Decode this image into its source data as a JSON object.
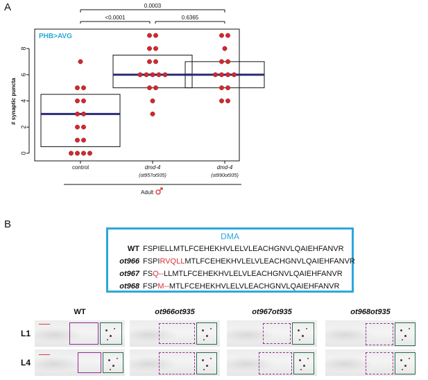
{
  "panel_a": {
    "letter": "A",
    "inset_label": "PHB>AVG",
    "adult_label": "Adult"
  },
  "panel_b": {
    "letter": "B",
    "sequence_title": "DMA",
    "sequences": [
      {
        "label": "WT",
        "prefix": "FSPI",
        "mutation": "",
        "rest": "ELLMTLFCEHEKHVLELVLEACHGNVLQAIEHFANVR"
      },
      {
        "label": "ot966",
        "prefix": "FSPI",
        "mutation": "RVQLL",
        "rest": "MTLFCEHEKHVLELVLEACHGNVLQAIEHFANVR"
      },
      {
        "label": "ot967",
        "prefix": "FS",
        "mutation": "Q--",
        "rest": "LLMTLFCEHEKHVLELVLEACHGNVLQAIEHFANVR"
      },
      {
        "label": "ot968",
        "prefix": "FSP",
        "mutation": "M--",
        "rest": "MTLFCEHEKHVLELVLEACHGNVLQAIEHFANVR"
      }
    ],
    "image_columns": [
      "WT",
      "ot966ot935",
      "ot967ot935",
      "ot968ot935"
    ],
    "image_rows": [
      "L1",
      "L4"
    ]
  },
  "colors": {
    "dot": "#d02a30",
    "median": "#2a2a78",
    "box_blue": "#2aa8da",
    "purple": "#8e2c8f",
    "green": "#256c49",
    "red": "#e03a44"
  },
  "chart_data": {
    "type": "scatter",
    "title": "",
    "xlabel": "",
    "ylabel": "# synaptic puncta",
    "ylim": [
      0,
      9
    ],
    "yticks": [
      0,
      2,
      4,
      6,
      8
    ],
    "categories": [
      {
        "line1": "control",
        "line2": ""
      },
      {
        "line1": "dmd-4",
        "line2": "(ot957ot935)"
      },
      {
        "line1": "dmd-4",
        "line2": "(ot990ot935)"
      }
    ],
    "groups": [
      {
        "median": 3,
        "q1": 0.5,
        "q3": 4.5,
        "points": [
          0,
          0,
          0,
          0,
          1,
          1,
          2,
          2,
          3,
          3,
          4,
          4,
          5,
          5,
          7
        ]
      },
      {
        "median": 6,
        "q1": 5,
        "q3": 7.5,
        "points": [
          3,
          4,
          5,
          5,
          6,
          6,
          6,
          6,
          6,
          7,
          7,
          8,
          8,
          9,
          9
        ]
      },
      {
        "median": 6,
        "q1": 5,
        "q3": 7,
        "points": [
          4,
          4,
          5,
          5,
          6,
          6,
          6,
          6,
          7,
          7,
          8,
          9,
          9
        ]
      }
    ],
    "comparisons": [
      {
        "from": 0,
        "to": 1,
        "label": "<0.0001"
      },
      {
        "from": 1,
        "to": 2,
        "label": "0.6365"
      },
      {
        "from": 0,
        "to": 2,
        "label": "0.0003"
      }
    ]
  }
}
